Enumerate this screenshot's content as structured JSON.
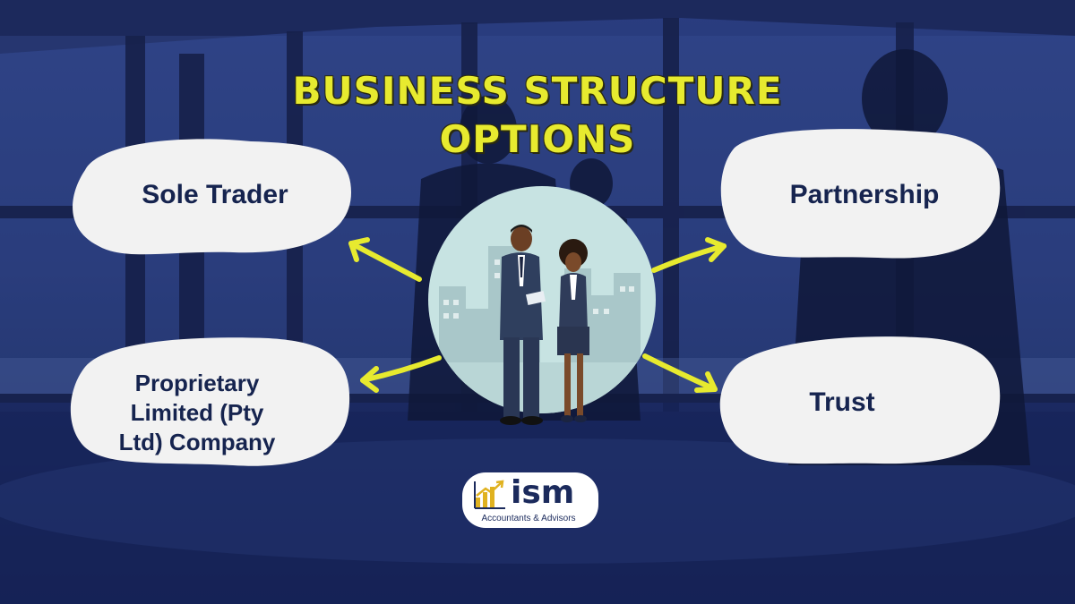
{
  "title": {
    "line1": "BUSINESS STRUCTURE",
    "line2": "OPTIONS"
  },
  "options": {
    "sole_trader": "Sole Trader",
    "partnership": "Partnership",
    "pty_ltd_line1": "Proprietary",
    "pty_ltd_line2": "Limited (Pty",
    "pty_ltd_line3": "Ltd) Company",
    "trust": "Trust"
  },
  "logo": {
    "name": "ism",
    "tagline": "Accountants & Advisors"
  },
  "colors": {
    "title": "#e7ea2f",
    "arrow": "#e7ea2f",
    "label_text": "#16244f",
    "bubble": "#f2f2f2",
    "background": "#22336f"
  },
  "icons": [
    "growth-chart-icon"
  ]
}
